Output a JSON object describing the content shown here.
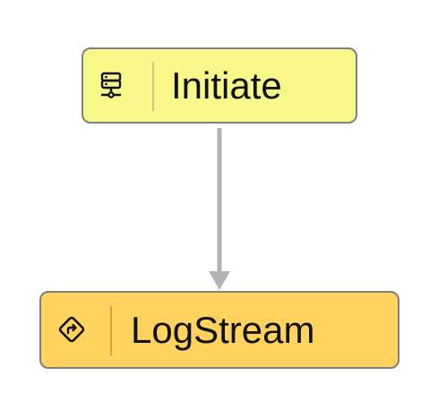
{
  "diagram": {
    "nodes": [
      {
        "id": "initiate",
        "label": "Initiate",
        "icon": "server-icon",
        "fill": "#f7f78a"
      },
      {
        "id": "logstream",
        "label": "LogStream",
        "icon": "route-sign-icon",
        "fill": "#ffd35e"
      }
    ],
    "edges": [
      {
        "from": "initiate",
        "to": "logstream",
        "color": "#b3b3b3"
      }
    ]
  }
}
